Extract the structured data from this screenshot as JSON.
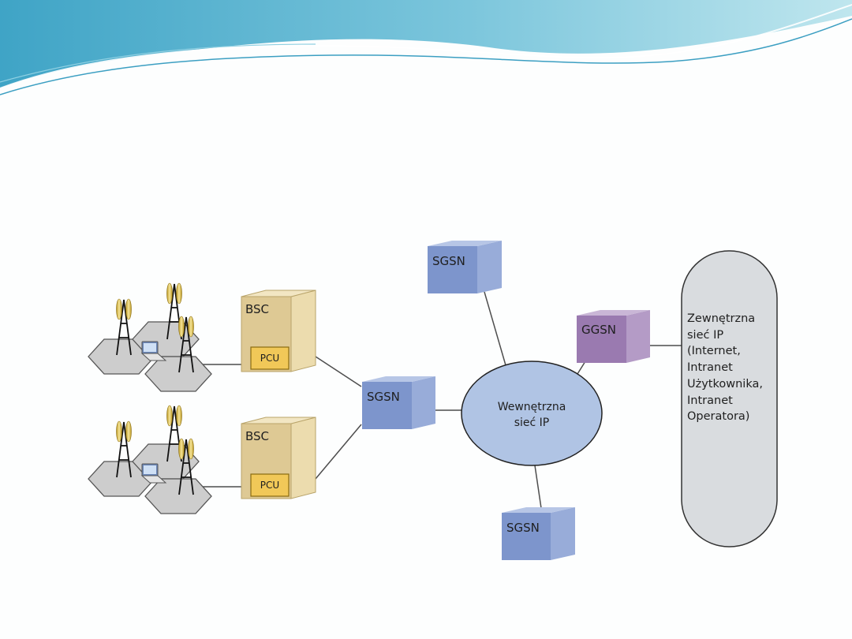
{
  "diagram": {
    "bsc": [
      {
        "label": "BSC",
        "pcu_label": "PCU"
      },
      {
        "label": "BSC",
        "pcu_label": "PCU"
      }
    ],
    "sgsn_main": {
      "label": "SGSN"
    },
    "sgsn_top": {
      "label": "SGSN"
    },
    "sgsn_bottom": {
      "label": "SGSN"
    },
    "ggsn": {
      "label": "GGSN"
    },
    "internal_network": {
      "line1": "Wewnętrzna",
      "line2": "sieć IP"
    },
    "external_network": {
      "lines": [
        "Zewnętrzna",
        "sieć IP",
        "(Internet,",
        "Intranet",
        "Użytkownika,",
        "Intranet",
        "Operatora)"
      ]
    }
  },
  "colors": {
    "sgsn_front": "#7d95cc",
    "sgsn_side": "#98acd9",
    "ggsn_front": "#9a7ab0",
    "ggsn_side": "#b49bc6",
    "bsc_front": "#dec994",
    "bsc_side": "#ecdcae",
    "pcu": "#f1c858",
    "cloud": "#b0c4e4",
    "external": "#d9dcdf",
    "cell": "#cdcdcd"
  }
}
